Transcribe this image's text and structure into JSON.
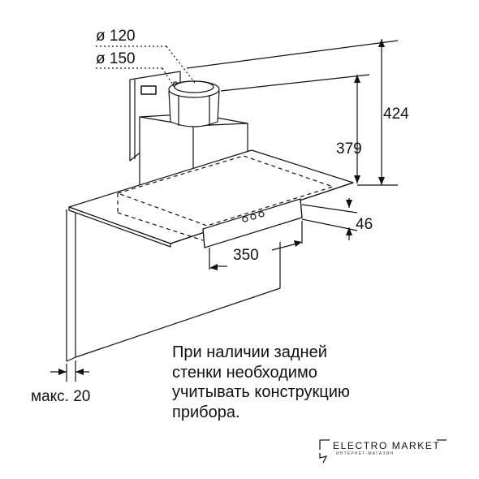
{
  "dimensions": {
    "outlet_diameter_small": "ø 120",
    "outlet_diameter_large": "ø 150",
    "height_max": "424",
    "height_min": "379",
    "thickness": "46",
    "depth": "350",
    "wall_gap": "макс. 20"
  },
  "note_lines": [
    "При наличии задней",
    "стенки необходимо",
    "учитывать конструкцию",
    "прибора."
  ],
  "logo": {
    "name": "ELECTRO MARKET",
    "tagline": "ИНТЕРНЕТ-МАГАЗИН"
  },
  "colors": {
    "line": "#111111",
    "background": "#ffffff"
  }
}
